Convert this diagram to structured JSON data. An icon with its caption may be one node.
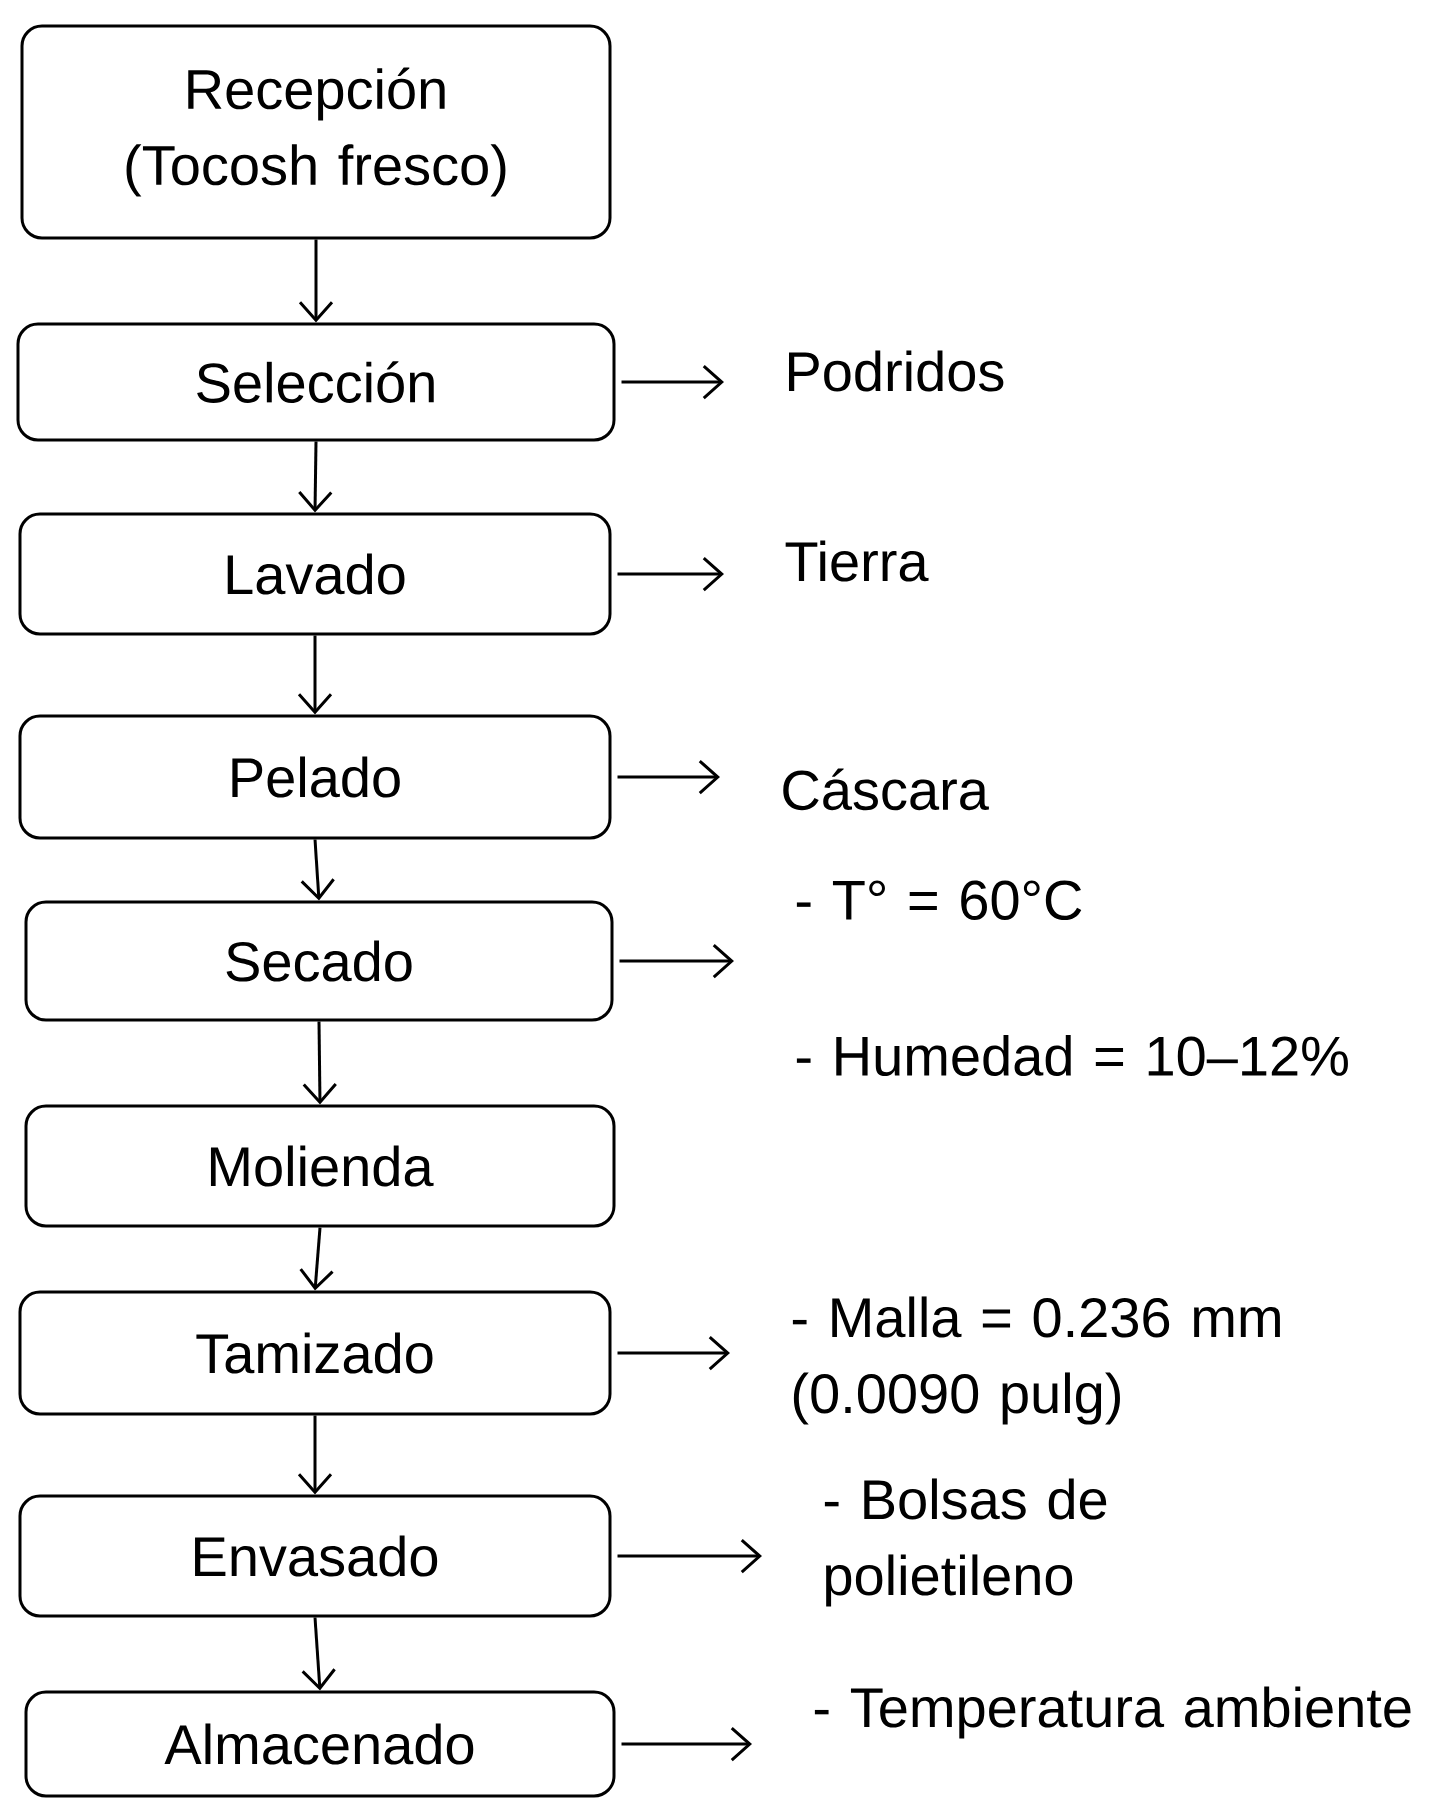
{
  "diagram": {
    "nodes": [
      {
        "text": [
          "Recepción (Tocosh fresco)"
        ]
      },
      {
        "text": [
          "Selección"
        ]
      },
      {
        "text": [
          "Podridos"
        ]
      },
      {
        "text": [
          "Lavado"
        ]
      },
      {
        "text": [
          "Tierra"
        ]
      },
      {
        "text": [
          "Pelado"
        ]
      },
      {
        "text": [
          "Cáscara"
        ]
      },
      {
        "text": [
          "Secado"
        ]
      },
      {
        "text": [
          "- T° = 60°C",
          "- Humedad = 10–12%"
        ]
      },
      {
        "text": [
          "Molienda"
        ]
      },
      {
        "text": [
          "Tamizado"
        ]
      },
      {
        "text": [
          "- Malla = 0.236 mm (0.0090 pulg)"
        ]
      },
      {
        "text": [
          "Envasado"
        ]
      },
      {
        "text": [
          "- Bolsas de polietileno"
        ]
      },
      {
        "text": [
          "Almacenado"
        ]
      },
      {
        "text": [
          "- Temperatura ambiente"
        ]
      }
    ],
    "edges": [
      {
        "from": 0,
        "to": 1,
        "arrow": "to"
      },
      {
        "from": 1,
        "to": 2,
        "arrow": "to"
      },
      {
        "from": 1,
        "to": 3,
        "arrow": "to"
      },
      {
        "from": 3,
        "to": 4,
        "arrow": "to"
      },
      {
        "from": 3,
        "to": 5,
        "arrow": "to"
      },
      {
        "from": 5,
        "to": 6,
        "arrow": "to"
      },
      {
        "from": 5,
        "to": 7,
        "arrow": "to"
      },
      {
        "from": 7,
        "to": 8,
        "arrow": "to"
      },
      {
        "from": 7,
        "to": 9,
        "arrow": "to"
      },
      {
        "from": 9,
        "to": 10,
        "arrow": "to"
      },
      {
        "from": 10,
        "to": 11,
        "arrow": "to"
      },
      {
        "from": 10,
        "to": 12,
        "arrow": "to"
      },
      {
        "from": 12,
        "to": 13,
        "arrow": "to"
      },
      {
        "from": 12,
        "to": 14,
        "arrow": "to"
      },
      {
        "from": 14,
        "to": 15,
        "arrow": "to"
      }
    ]
  }
}
